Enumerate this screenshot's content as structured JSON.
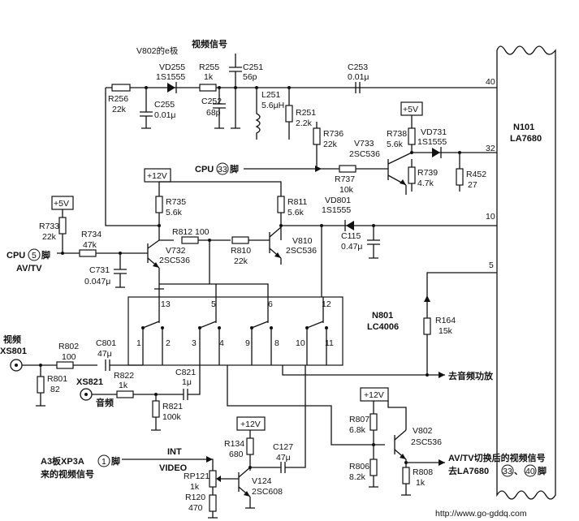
{
  "ic_n101": {
    "ref": "N101",
    "part": "LA7680"
  },
  "ic_n801": {
    "ref": "N801",
    "part": "LC4006",
    "pins": [
      "1",
      "2",
      "3",
      "4",
      "5",
      "6",
      "9",
      "8",
      "10",
      "11",
      "12",
      "13"
    ]
  },
  "n101_pins": {
    "p40": "40",
    "p32": "32",
    "p10": "10",
    "p5": "5"
  },
  "labels": {
    "v802_e": "V802的e极",
    "video_signal": "视频信号",
    "cpu33": "CPU",
    "cpu33_circ": "33",
    "cpu33_suffix": "脚",
    "cpu5": "CPU",
    "cpu5_circ": "5",
    "cpu5_suffix": "脚",
    "avtv": "AV/TV",
    "video": "视频",
    "xs801": "XS801",
    "xs821": "XS821",
    "audio": "音频",
    "to_audio_amp": "去音频功放",
    "a3_board": "A3板XP3A",
    "a3_circ": "1",
    "a3_suffix": "脚",
    "a3_line2": "来的视频信号",
    "int": "INT",
    "video_en": "VIDEO",
    "out_line1": "AV/TV切换后的视频信号",
    "out_line2": "去LA7680",
    "out_c1": "33",
    "out_sep": "、",
    "out_c2": "40",
    "out_suffix": "脚",
    "watermark": "http://www.go-gddq.com"
  },
  "supplies": {
    "s5v_a": "+5V",
    "s5v_b": "+5V",
    "s12v_a": "+12V",
    "s12v_b": "+12V",
    "s12v_c": "+12V"
  },
  "components": {
    "vd255": {
      "ref": "VD255",
      "val": "1S1555"
    },
    "r255": {
      "ref": "R255",
      "val": "1k"
    },
    "c251": {
      "ref": "C251",
      "val": "56p"
    },
    "c253": {
      "ref": "C253",
      "val": "0.01μ"
    },
    "r256": {
      "ref": "R256",
      "val": "22k"
    },
    "c255": {
      "ref": "C255",
      "val": "0.01μ"
    },
    "c252": {
      "ref": "C252",
      "val": "68p"
    },
    "l251": {
      "ref": "L251",
      "val": "5.6μH"
    },
    "r251": {
      "ref": "R251",
      "val": "2.2k"
    },
    "r736": {
      "ref": "R736",
      "val": "22k"
    },
    "v733": {
      "ref": "V733",
      "val": "2SC536"
    },
    "r738": {
      "ref": "R738",
      "val": "5.6k"
    },
    "vd731": {
      "ref": "VD731",
      "val": "1S1555"
    },
    "r737": {
      "ref": "R737",
      "val": "10k"
    },
    "r739": {
      "ref": "R739",
      "val": "4.7k"
    },
    "r452": {
      "ref": "R452",
      "val": "27"
    },
    "r735": {
      "ref": "R735",
      "val": "5.6k"
    },
    "r811": {
      "ref": "R811",
      "val": "5.6k"
    },
    "vd801": {
      "ref": "VD801",
      "val": "1S1555"
    },
    "r733": {
      "ref": "R733",
      "val": "22k"
    },
    "r734": {
      "ref": "R734",
      "val": "47k"
    },
    "v732": {
      "ref": "V732",
      "val": "2SC536"
    },
    "r812": {
      "ref": "R812",
      "val": "100"
    },
    "r810": {
      "ref": "R810",
      "val": "22k"
    },
    "v810": {
      "ref": "V810",
      "val": "2SC536"
    },
    "c115": {
      "ref": "C115",
      "val": "0.47μ"
    },
    "c731": {
      "ref": "C731",
      "val": "0.047μ"
    },
    "r164": {
      "ref": "R164",
      "val": "15k"
    },
    "r802": {
      "ref": "R802",
      "val": "100"
    },
    "c801": {
      "ref": "C801",
      "val": "47μ"
    },
    "r801": {
      "ref": "R801",
      "val": "82"
    },
    "r822": {
      "ref": "R822",
      "val": "1k"
    },
    "c821": {
      "ref": "C821",
      "val": "1μ"
    },
    "r821": {
      "ref": "R821",
      "val": "100k"
    },
    "r807": {
      "ref": "R807",
      "val": "6.8k"
    },
    "v802": {
      "ref": "V802",
      "val": "2SC536"
    },
    "r806": {
      "ref": "R806",
      "val": "8.2k"
    },
    "r808": {
      "ref": "R808",
      "val": "1k"
    },
    "r134": {
      "ref": "R134",
      "val": "680"
    },
    "c127": {
      "ref": "C127",
      "val": "47μ"
    },
    "rp121": {
      "ref": "RP121",
      "val": "1k"
    },
    "r120": {
      "ref": "R120",
      "val": "470"
    },
    "v124": {
      "ref": "V124",
      "val": "2SC608"
    }
  }
}
